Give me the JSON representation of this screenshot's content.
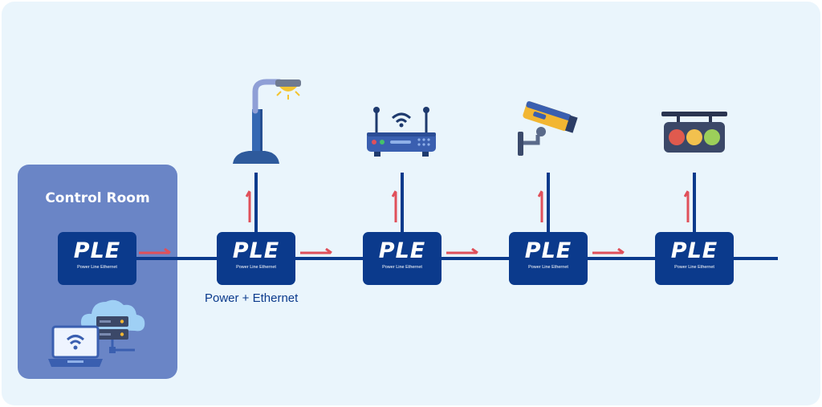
{
  "control_room": {
    "title": "Control Room"
  },
  "ple_box": {
    "logo": "PLE",
    "subtitle": "Power Line Ethernet"
  },
  "caption": "Power + Ethernet",
  "devices": [
    "street-lamp-icon",
    "wifi-router-icon",
    "security-camera-icon",
    "traffic-light-icon"
  ],
  "colors": {
    "background": "#eaf5fc",
    "control_room": "#6a85c6",
    "ple": "#0b3a8c",
    "arrow": "#e0505a"
  }
}
